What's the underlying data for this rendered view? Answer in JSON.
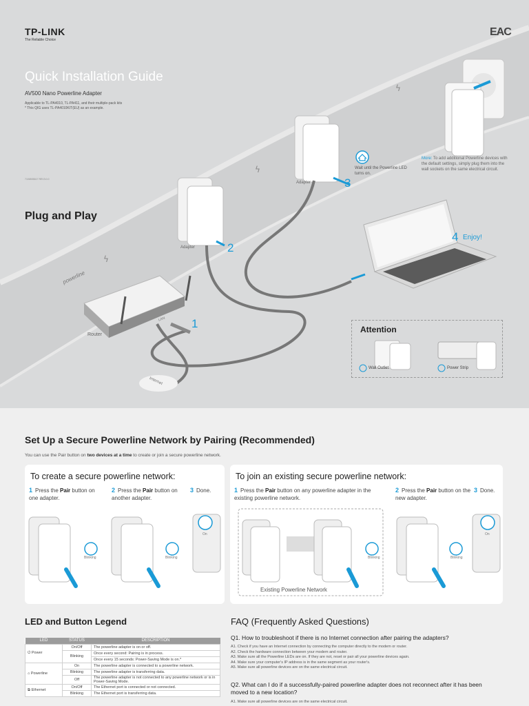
{
  "header": {
    "brand": "TP-LINK",
    "tagline": "The Reliable Choice",
    "certification": "EAC",
    "title": "Quick Installation Guide",
    "subtitle": "AV500 Nano Powerline Adapter",
    "applicable_1": "Applicable to TL-PA4010, TL-PA411, and their multiple-pack kits",
    "applicable_2": "* This QIG uses TL-PA4010KIT(EU) as an example.",
    "doc_number": "7106505617   REV3.0.0"
  },
  "plug_and_play": {
    "heading": "Plug and Play",
    "labels": {
      "adapter_a": "Adapter",
      "adapter_b": "Adapter",
      "router": "Router",
      "powerline": "powerline",
      "internet": "Internet",
      "lan": "LAN"
    },
    "steps": [
      "1",
      "2",
      "3",
      "4"
    ],
    "wait_text": "Wait until the Powerline LED turns on.",
    "more_label": "More:",
    "more_text": " To add additional Powerline devices with the default settings, simply plug them into the wall sockets on the same electrical circuit.",
    "enjoy": "Enjoy!",
    "attention": {
      "title": "Attention",
      "wall_outlet": "Wall Outlet",
      "power_strip": "Power Strip"
    }
  },
  "pairing": {
    "heading": "Set Up a Secure Powerline Network by Pairing (Recommended)",
    "intro_a": "You can use the Pair button on ",
    "intro_b": "two devices at a time",
    "intro_c": " to create or join a secure powerline network.",
    "create": {
      "title": "To create a secure powerline network:",
      "step1_num": "1",
      "step1_a": "Press the ",
      "step1_b": "Pair",
      "step1_c": " button on one adapter.",
      "step2_num": "2",
      "step2_a": "Press the ",
      "step2_b": "Pair",
      "step2_c": " button on another adapter.",
      "step3_num": "3",
      "step3": "Done.",
      "blink1": "Blinking",
      "blink2": "Blinking",
      "on": "On"
    },
    "join": {
      "title": "To join an existing secure powerline network:",
      "step1_num": "1",
      "step1_a": "Press the ",
      "step1_b": "Pair",
      "step1_c": " button on any powerline adapter in the existing powerline network.",
      "step2_num": "2",
      "step2_a": "Press the ",
      "step2_b": "Pair",
      "step2_c": " button on the new adapter.",
      "step3_num": "3",
      "step3": "Done.",
      "existing": "Existing Powerline Network",
      "blink1": "Blinking",
      "blink2": "Blinking",
      "on": "On"
    }
  },
  "legend": {
    "heading": "LED and Button Legend",
    "columns": [
      "LED",
      "STATUS",
      "DESCRIPTION"
    ],
    "rows": [
      {
        "led": "Power",
        "status": "On/Off",
        "desc": "The powerline adapter is on or off."
      },
      {
        "led": "",
        "status": "Blinking",
        "desc": "Once every second: Pairing is in process."
      },
      {
        "led": "",
        "status": "",
        "desc": "Once every 15 seconds: Power-Saving Mode is on.*"
      },
      {
        "led": "Powerline",
        "status": "On",
        "desc": "The powerline adapter is connected to a powerline network."
      },
      {
        "led": "",
        "status": "Blinking",
        "desc": "The powerline adapter is transferring data."
      },
      {
        "led": "",
        "status": "Off",
        "desc": "The powerline adapter is not connected to any powerline network or is in Power-Saving Mode."
      },
      {
        "led": "Ethernet",
        "status": "On/Off",
        "desc": "The Ethernet port is connected or not connected."
      },
      {
        "led": "",
        "status": "Blinking",
        "desc": "The Ethernet port is transferring data."
      }
    ]
  },
  "faq": {
    "heading": "FAQ (Frequently Asked Questions)",
    "q1": "Q1. How to troubleshoot if there is no Internet connection after pairing the adapters?",
    "a1": [
      "A1. Check if you have an Internet connection by connecting the computer directly to the modem or router.",
      "A2. Check the hardware connection between your modem and router.",
      "A3. Make sure all the Powerline LEDs are on. If they are not, reset or pair all your powerline devices again.",
      "A4. Make sure your computer's IP address is in the same segment as your router's.",
      "A5. Make sure all powerline devices are on the same electrical circuit."
    ],
    "q2": "Q2. What can I do if a successfully-paired powerline adapter does not reconnect after it has been moved to a new location?",
    "a2": "A1. Make sure all powerline devices are on the same electrical circuit."
  }
}
